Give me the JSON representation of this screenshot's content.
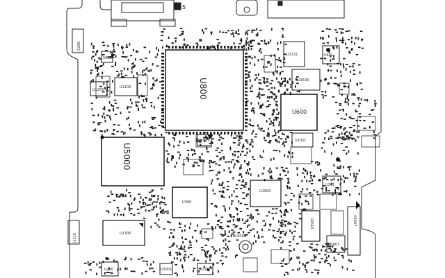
{
  "board": {
    "title": "PCB component placement",
    "components": {
      "j1206": "J1206",
      "j1115": "J1115",
      "u800": "U800",
      "u5000": "U5000",
      "u600": "U600",
      "u300": "U300",
      "u1000": "U1000",
      "u1510": "U1510",
      "u1300": "U1300",
      "bl5000": "BL5000",
      "u1050": "U1050",
      "pin5": "5",
      "u1100": "U1100",
      "u1200": "U1200",
      "u1530": "U1530",
      "u200": "U200",
      "u100": "U100",
      "u301": "U301",
      "u1051": "U1051",
      "u1131": "U1131",
      "u651": "U651",
      "u801": "U801",
      "u1031": "U1031",
      "u3001": "U3001",
      "u1601": "U1601",
      "u1607": "U1607"
    }
  },
  "colors": {
    "background": "#ffffff",
    "outline": "#1a1a1a",
    "component": "#111111"
  }
}
